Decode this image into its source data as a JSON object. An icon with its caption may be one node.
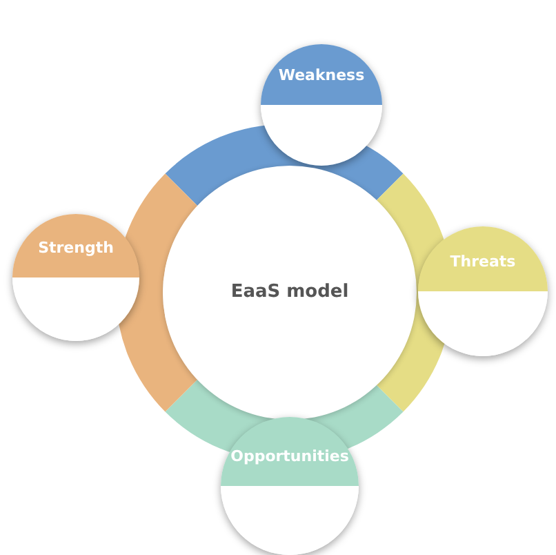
{
  "diagram": {
    "nodes": [
      {
        "text": [
          "Weakness"
        ]
      },
      {
        "text": [
          "Strength"
        ]
      },
      {
        "text": [
          "EaaS model"
        ]
      },
      {
        "text": [
          "Threats"
        ]
      },
      {
        "text": [
          "Opportunities"
        ]
      }
    ]
  }
}
